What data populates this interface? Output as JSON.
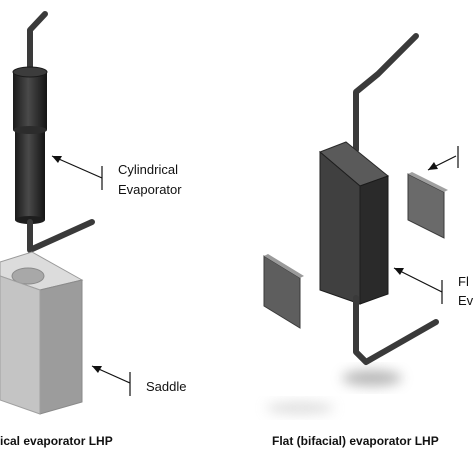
{
  "labels": {
    "cylindrical_line1": "Cylindrical",
    "cylindrical_line2": "Evaporator",
    "saddle": "Saddle",
    "flat_line1": "Fl",
    "flat_line2": "Ev"
  },
  "captions": {
    "left": "ical evaporator LHP",
    "right": "Flat (bifacial) evaporator LHP"
  }
}
